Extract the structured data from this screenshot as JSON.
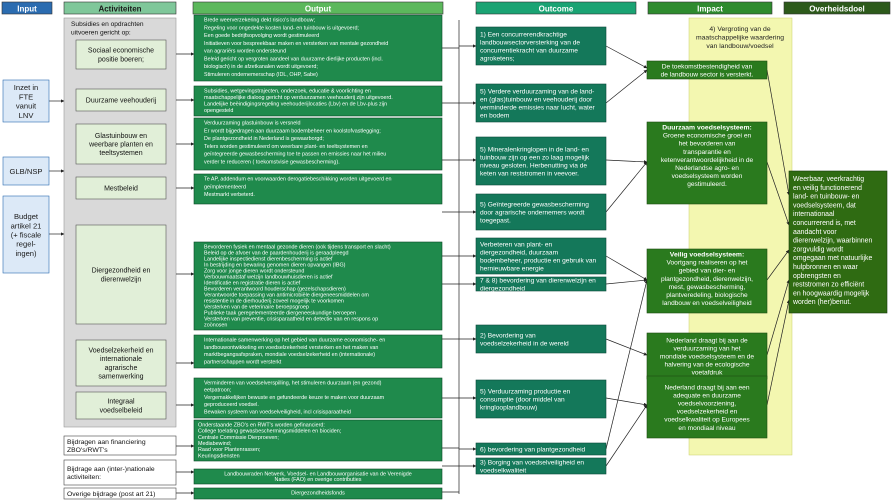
{
  "colors": {
    "input_header": "#2b6cb0",
    "input_box": "#dce9f7",
    "activities_header": "#7fc79a",
    "activities_panel": "#d9d9d9",
    "activity_box": "#e1efd8",
    "output_header": "#5cb85c",
    "output_box": "#1f8a4c",
    "outcome_header": "#1aa373",
    "outcome_box": "#14785a",
    "impact_header": "#2e8b2e",
    "impact_box": "#2a7a1e",
    "goal_header": "#2d5a1b",
    "goal_box": "#2f6b12",
    "yellow": "#f3f7b0"
  },
  "headers": {
    "input": "Input",
    "activities": "Activiteiten",
    "output": "Output",
    "outcome": "Outcome",
    "impact": "Impact",
    "goal": "Overheidsdoel"
  },
  "inputs": [
    {
      "lines": [
        "Inzet in",
        "FTE",
        "vanuit",
        "LNV"
      ]
    },
    {
      "lines": [
        "GLB/NSP"
      ]
    },
    {
      "lines": [
        "Budget",
        "artikel 21",
        "(+ fiscale",
        "regel-",
        "ingen)"
      ]
    }
  ],
  "activities_intro": [
    "Subsidies en opdrachten",
    "uitvoeren gericht op:"
  ],
  "activities": [
    {
      "lines": [
        "Sociaal economische",
        "positie boeren;"
      ]
    },
    {
      "lines": [
        "Duurzame veehouderij"
      ]
    },
    {
      "lines": [
        "Glastuinbouw en",
        "weerbare planten en",
        "teeltsystemen"
      ]
    },
    {
      "lines": [
        "Mestbeleid"
      ]
    },
    {
      "lines": [
        "Diergezondheid en",
        "dierenwelzijn"
      ]
    },
    {
      "lines": [
        "Voedselzekerheid en",
        "internationale",
        "agrarische",
        "samenwerking"
      ]
    },
    {
      "lines": [
        "Integraal",
        "voedselbeleid"
      ]
    }
  ],
  "activities_extra": [
    {
      "lines": [
        "Bijdragen aan financiering",
        "ZBO's/RWT's"
      ]
    },
    {
      "lines": [
        "Bijdrage aan (inter-)nationale",
        "activiteiten:"
      ]
    },
    {
      "lines": [
        "Overige bijdrage (post art 21)"
      ]
    }
  ],
  "outputs": [
    {
      "lines": [
        "Brede weerverzekering dekt risico's landbouw;",
        "Regeling voor ongedekte kosten land- en tuinbouw is uitgevoerd;",
        "Een goede bedrijfsopvolging wordt gestimuleerd",
        "Initiatieven voor bespreekbaar maken en versterken van mentale gezondheid",
        "van agrariërs worden ondersteund",
        "Beleid gericht op vergroten aandeel van duurzame dierlijke producten (incl.",
        "biologisch) in de afzetkanalen wordt uitgevoerd;",
        "Stimuleren ondernemerschap (IDL, OHP, Sabe)"
      ]
    },
    {
      "lines": [
        "Subsidies, wetgevingstrajecten, onderzoek, educatie & voorlichting en",
        "maatschappelijke dialoog gericht op verduurzamen veehouderij zijn uitgevoerd.",
        "Landelijke beëindigingsregeling veehouderijlocaties (Lbv) en de Lbv-plus zijn",
        "opengesteld"
      ]
    },
    {
      "lines": [
        "Verduurzaming glastuinbouw is versneld",
        "Er wordt bijgedragen aan duurzaam bodembeheer en koolstofvastlegging;",
        "De plantgezondheid in Nederland is gewaarborgd;",
        "Telers worden gestimuleerd om weerbare plant- en teeltsystemen en",
        "geïntegreerde gewasbescherming toe te passen en emissies naar het milieu",
        "verder te reduceren ( toekomstvisie gewasbescherming)."
      ]
    },
    {
      "lines": [
        "Te AP, addendum en voorwaarden derogatiebeschikking worden uitgevoerd en",
        "geïmplementeerd",
        "Mestmarkt verbeterd."
      ]
    },
    {
      "lines": [
        "Bevorderen fysiek en mentaal gezonde dieren (ook tijdens transport en slacht)",
        "Beleid op de afvoer van de paardenhouderij is geraadpleegd",
        "Landelijke inspectiedienst dierenbescherming is actief",
        "In bestrijding en bewaring genomen dieren opvangen (IBG)",
        "Zorg voor jonge dieren wordt ondersteund",
        "Verbouwmaatstaf welzijn landbouwhuisdieren is actief",
        "Identificatie en registratie dieren is actief",
        "Bevorderen verantwoord houderschap (gezelschapsdieren)",
        "Verantwoorde toepassing van antimicrobiële diergeneesmiddelen om",
        "resistentie in de dierhouderij zoveel mogelijk te voorkomen",
        "Versterken van de veterinaire beroepsgroep",
        "Publieke taak geregelementeerde diergeneeskundige beroepen",
        "Versterken van preventie, crisisparaatheid en detectie van en respons op",
        "zoönosen"
      ]
    },
    {
      "lines": [
        "Internationale samenwerking op het gebied van duurzame economische- en",
        "landbouwontwikkeling en voedselzekerheid versterken en het maken van",
        "marktbegangsafspraken, mondiale voedselzekerheid en (internationale)",
        "partnerschappen wordt versterkt"
      ]
    },
    {
      "lines": [
        "Verminderen van voedselverspilling, het stimuleren duurzaam (en gezond)",
        "eetpatroon;",
        "Vergemakkelijken bewuste en gefundeerde keuze te maken voor duurzaam",
        "geproduceerd voedsel.",
        "Bewaken systeem van voedselveiligheid, incl crisisparaatheid"
      ]
    },
    {
      "lines": [
        "Onderstaande ZBO's en RWT's worden gefinancierd:",
        "College toelating gewasbeschermingsmiddelen en biociden;",
        "Centrale Commissie Dierproeven;",
        "Mediabewind;",
        "Raad voor Plantenrassen;",
        "Keuringsdiensten"
      ]
    },
    {
      "lines": [
        "Landbouwraden Netwerk, Voedsel- en Landbouworganisatie van de Verenigde",
        "Naties (FAO) en overige contributies"
      ]
    },
    {
      "lines": [
        "Diergezondheidsfonds"
      ]
    }
  ],
  "outcomes": [
    {
      "lines": [
        "1) Een concurrerendkrachtige",
        "landbouwsectorversterking van de",
        "concurrentiekracht van duurzame",
        "agroketens;"
      ]
    },
    {
      "lines": [
        "5) Verdere verduurzaming van de land-",
        "en (glas)tuinbouw en veehouderij door",
        "verminderde emissies naar lucht, water",
        "en bodem"
      ]
    },
    {
      "lines": [
        "5) Mineralenkringlopen in de land- en",
        "tuinbouw zijn op een zo laag mogelijk",
        "niveau gesloten. Herbenutting via de",
        "keten van reststromen in veevoer."
      ]
    },
    {
      "lines": [
        "5) Geïntegreerde gewasbescherming",
        "door agrarische ondernemers wordt",
        "toegepast."
      ]
    },
    {
      "lines": [
        "Verbeteren van plant- en",
        "diergezondheid, duurzaam",
        "bodembeheer, productie en gebruik van",
        "hernieuwbare energie"
      ]
    },
    {
      "lines": [
        "7 & 8) bevordering van dierenwelzijn en",
        "diergezondheid"
      ]
    },
    {
      "lines": [
        "2) Bevordering van",
        "voedselzekerheid in de wereld"
      ]
    },
    {
      "lines": [
        "5) Verduurzaming productie en",
        "consumptie (door middel van",
        "kringlooplandbouw)"
      ]
    },
    {
      "lines": [
        "6) bevordering van plantgezondheid"
      ]
    },
    {
      "lines": [
        "3) Borging van voedselveiligheid en",
        "voedselkwaliteit"
      ]
    }
  ],
  "impact_yellow": {
    "lines": [
      "4) Vergroting van de",
      "maatschappelijke waardering",
      "van landbouw/voedsel"
    ]
  },
  "impacts": [
    {
      "lines": [
        "De toekomstbestendigheid van",
        "de landbouw sector is versterkt."
      ]
    },
    {
      "title": "Duurzaam voedselsysteem:",
      "lines": [
        "Groene economische groei en",
        "het bevorderen van",
        "transparantie en",
        "ketenverantwoordelijkheid in de",
        "Nederlandse agro- en",
        "voedselsysteem worden",
        "gestimuleerd."
      ]
    },
    {
      "title": "Veilig voedselsysteem:",
      "lines": [
        "Voortgang realiseren op het",
        "gebied van dier- en",
        "plantgezondheid, dierenwelzijn,",
        "mest, gewasbescherming,",
        "plantveredeling, biologische",
        "landbouw en voedselveiligheid"
      ]
    },
    {
      "lines": [
        "Nederland draagt bij aan de",
        "verduurzaming van het",
        "mondiale voedselsysteem en de",
        "halvering van de ecologische",
        "voetafdruk"
      ]
    },
    {
      "lines": [
        "Nederland draagt bij aan een",
        "adequate en duurzame",
        "voedselvoorziening,",
        "voedselzekerheid en",
        "voedselkwaliteit op Europees",
        "en mondiaal niveau"
      ]
    }
  ],
  "goal": {
    "lines": [
      "Weerbaar, veerkrachtig",
      "en veilig functionerend",
      "land- en tuinbouw- en",
      "voedselsysteem, dat",
      "internationaal",
      "concurrerend is, met",
      "aandacht voor",
      "dierenwelzijn, waarbinnen",
      "zorgvuldig wordt",
      "omgegaan met natuurlijke",
      "hulpbronnen en waar",
      "opbrengsten en",
      "reststromen zo efficiënt",
      "en hoogwaardig mogelijk",
      "worden (her)benut."
    ]
  }
}
